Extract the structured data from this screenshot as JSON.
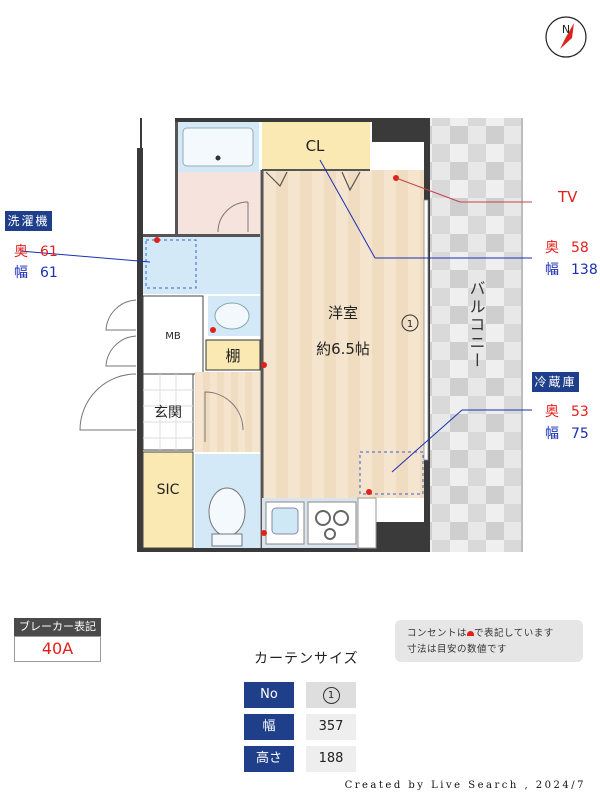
{
  "compass": {
    "north_label": "N"
  },
  "floorplan": {
    "rooms": {
      "closet": "CL",
      "western_room": "洋室",
      "room_size": "約6.5帖",
      "room_window_no": "1",
      "shelf": "棚",
      "entrance": "玄関",
      "sic": "SIC",
      "meter_box": "MB",
      "balcony": "バルコニー"
    },
    "annotations": {
      "tv": {
        "label": "TV"
      },
      "tv_space": {
        "depth_label": "奥",
        "depth_value": "58",
        "width_label": "幅",
        "width_value": "138"
      },
      "washer": {
        "title": "洗濯機",
        "depth_label": "奥",
        "depth_value": "61",
        "width_label": "幅",
        "width_value": "61"
      },
      "fridge": {
        "title": "冷蔵庫",
        "depth_label": "奥",
        "depth_value": "53",
        "width_label": "幅",
        "width_value": "75"
      }
    }
  },
  "breaker": {
    "title": "ブレーカー表記",
    "value": "40A"
  },
  "notes": {
    "line1_pre": "コンセントは",
    "line1_post": "で表記しています",
    "line2": "寸法は目安の数値です"
  },
  "curtain": {
    "title": "カーテンサイズ",
    "rows": [
      {
        "label": "No",
        "value": "1"
      },
      {
        "label": "幅",
        "value": "357"
      },
      {
        "label": "高さ",
        "value": "188"
      }
    ]
  },
  "credit": "Created by Live Search , 2024/7",
  "colors": {
    "outlet": "#e2201a",
    "label_blue": "#1f3f8a",
    "floor_wood": "#f0dcc0",
    "closet": "#fbe9b3",
    "wet_area": "#d3e9f7",
    "wall": "#3a3a3a"
  }
}
